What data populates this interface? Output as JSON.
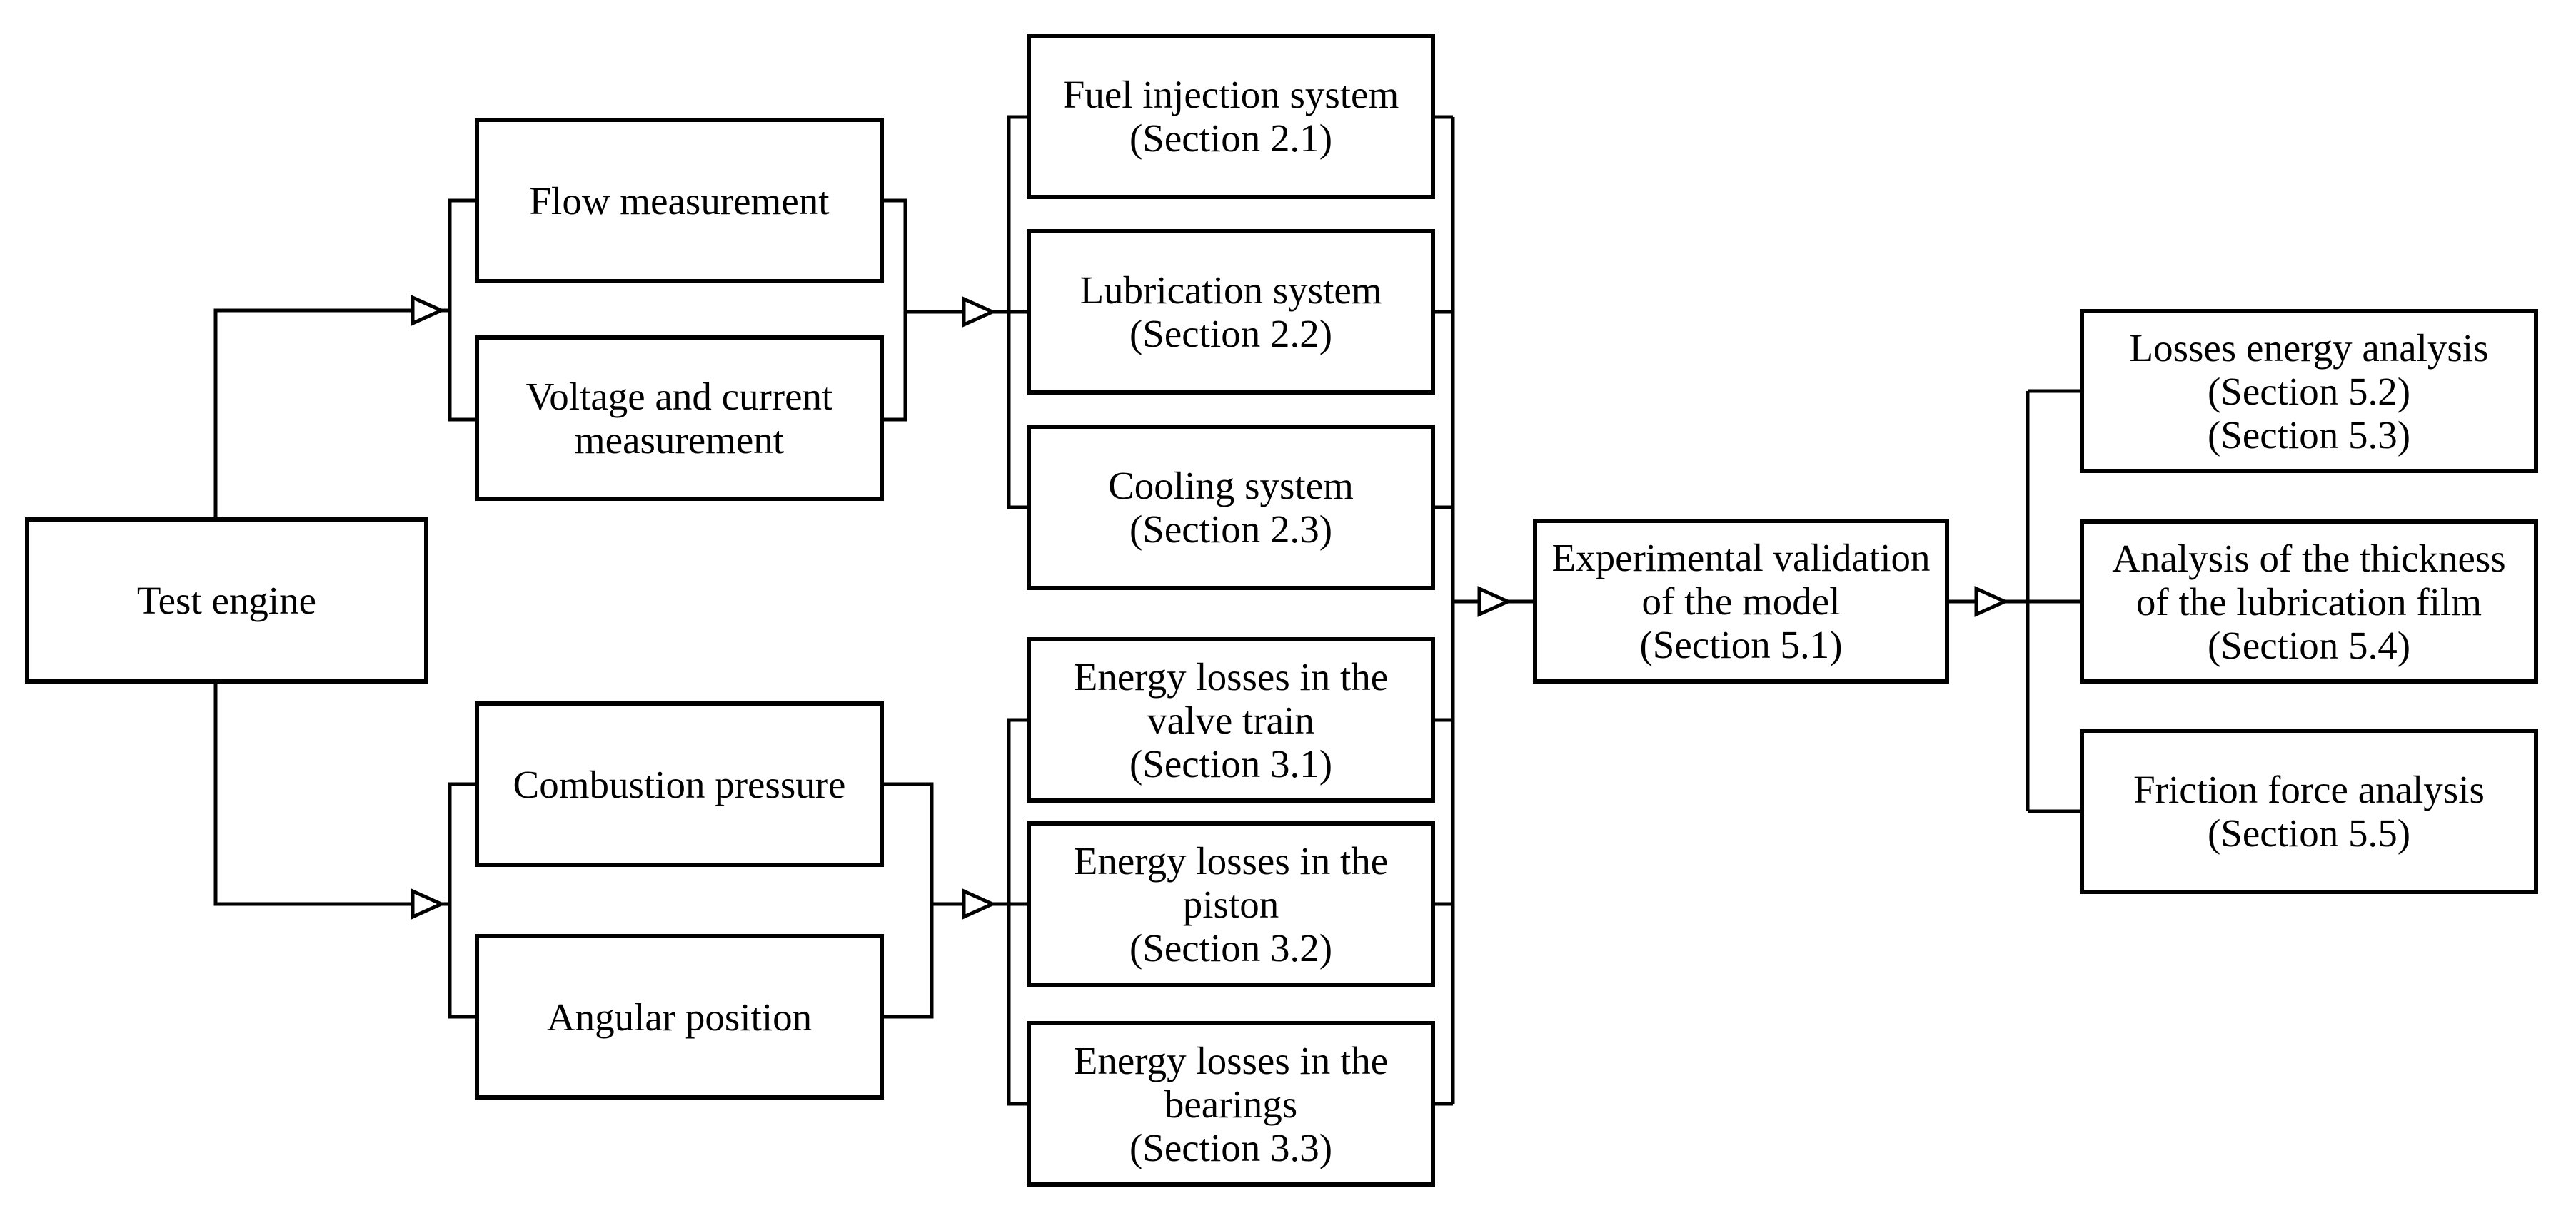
{
  "diagram_type": "flowchart",
  "colors": {
    "background": "#ffffff",
    "box_fill": "#ffffff",
    "box_border": "#000000",
    "line": "#000000",
    "text": "#000000"
  },
  "nodes": {
    "test_engine": {
      "label": [
        "Test engine"
      ]
    },
    "flow": {
      "label": [
        "Flow measurement"
      ]
    },
    "voltage": {
      "label": [
        "Voltage and current",
        "measurement"
      ]
    },
    "combustion": {
      "label": [
        "Combustion pressure"
      ]
    },
    "angular": {
      "label": [
        "Angular position"
      ]
    },
    "fuel": {
      "label": [
        "Fuel injection system",
        "(Section 2.1)"
      ]
    },
    "lubrication": {
      "label": [
        "Lubrication system",
        "(Section 2.2)"
      ]
    },
    "cooling": {
      "label": [
        "Cooling system",
        "(Section 2.3)"
      ]
    },
    "valve": {
      "label": [
        "Energy losses in the",
        "valve train",
        "(Section 3.1)"
      ]
    },
    "piston": {
      "label": [
        "Energy losses in the",
        "piston",
        "(Section 3.2)"
      ]
    },
    "bearings": {
      "label": [
        "Energy losses in the",
        "bearings",
        "(Section 3.3)"
      ]
    },
    "experimental": {
      "label": [
        "Experimental validation",
        "of the model",
        "(Section 5.1)"
      ]
    },
    "losses": {
      "label": [
        "Losses energy analysis",
        "(Section 5.2)",
        "(Section 5.3)"
      ]
    },
    "analysis": {
      "label": [
        "Analysis of the thickness",
        "of the lubrication film",
        "(Section 5.4)"
      ]
    },
    "friction": {
      "label": [
        "Friction force analysis",
        "(Section 5.5)"
      ]
    }
  },
  "edges": [
    {
      "from": [
        "test_engine"
      ],
      "to": [
        "flow",
        "voltage"
      ]
    },
    {
      "from": [
        "test_engine"
      ],
      "to": [
        "combustion",
        "angular"
      ]
    },
    {
      "from": [
        "flow",
        "voltage"
      ],
      "to": [
        "fuel",
        "lubrication",
        "cooling"
      ]
    },
    {
      "from": [
        "combustion",
        "angular"
      ],
      "to": [
        "valve",
        "piston",
        "bearings"
      ]
    },
    {
      "from": [
        "fuel",
        "lubrication",
        "cooling",
        "valve",
        "piston",
        "bearings"
      ],
      "to": [
        "experimental"
      ]
    },
    {
      "from": [
        "experimental"
      ],
      "to": [
        "losses",
        "analysis",
        "friction"
      ]
    }
  ]
}
